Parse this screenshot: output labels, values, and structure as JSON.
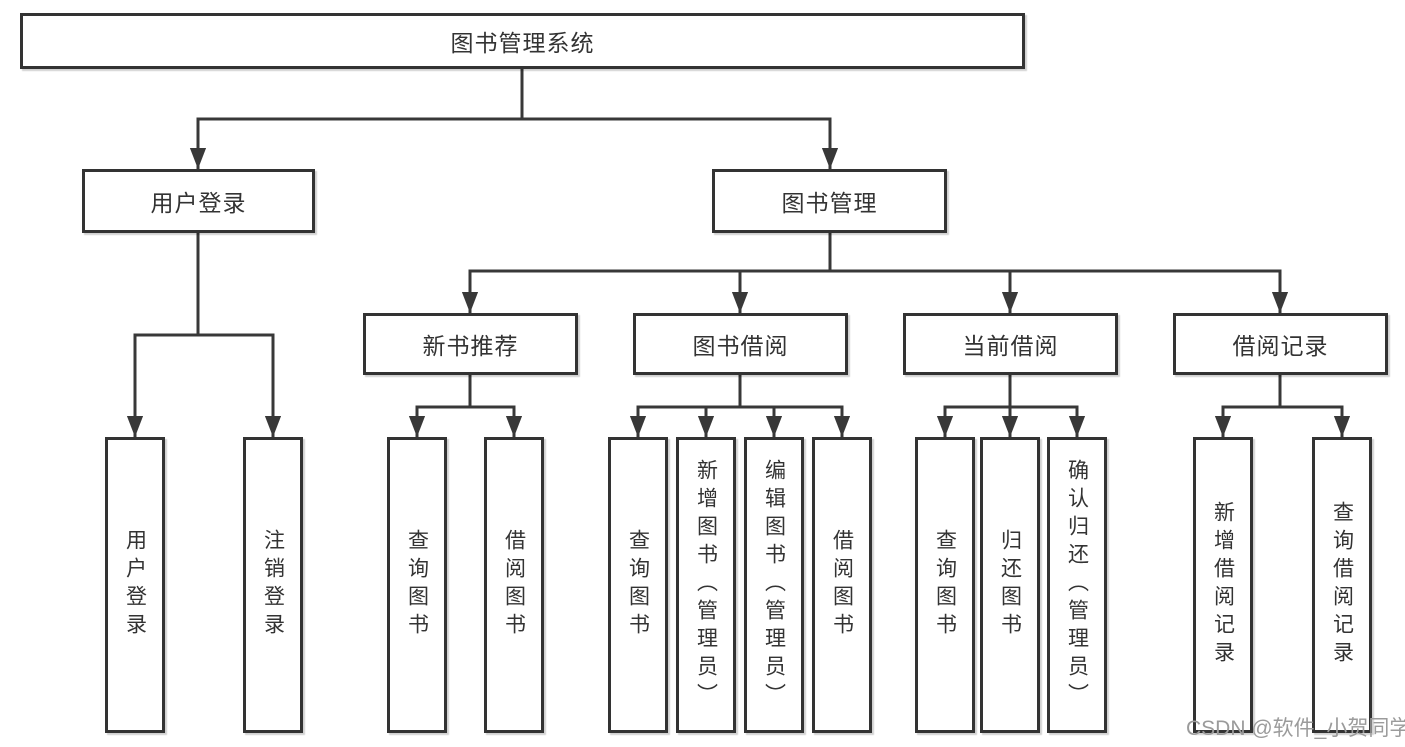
{
  "diagram_title": "图书管理系统",
  "tree": {
    "label": "图书管理系统",
    "children": [
      {
        "label": "用户登录",
        "children": [
          {
            "label": "用户登录"
          },
          {
            "label": "注销登录"
          }
        ]
      },
      {
        "label": "图书管理",
        "children": [
          {
            "label": "新书推荐",
            "children": [
              {
                "label": "查询图书"
              },
              {
                "label": "借阅图书"
              }
            ]
          },
          {
            "label": "图书借阅",
            "children": [
              {
                "label": "查询图书"
              },
              {
                "label": "新增图书（管理员）"
              },
              {
                "label": "编辑图书（管理员）"
              },
              {
                "label": "借阅图书"
              }
            ]
          },
          {
            "label": "当前借阅",
            "children": [
              {
                "label": "查询图书"
              },
              {
                "label": "归还图书"
              },
              {
                "label": "确认归还（管理员）"
              }
            ]
          },
          {
            "label": "借阅记录",
            "children": [
              {
                "label": "新增借阅记录"
              },
              {
                "label": "查询借阅记录"
              }
            ]
          }
        ]
      }
    ]
  },
  "watermark": {
    "text": "CSDN @软件_小贺同学"
  },
  "colors": {
    "line": "#383838",
    "box_border": "#333333",
    "box_fill": "#ffffff",
    "text": "#333333",
    "watermark": "#9b9b9b",
    "background": "#ffffff"
  }
}
